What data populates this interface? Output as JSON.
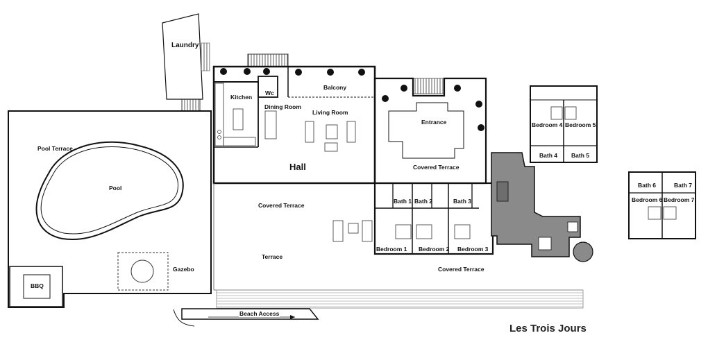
{
  "plan_title": "Les Trois Jours",
  "rooms": {
    "laundry": "Laundry",
    "kitchen": "Kitchen",
    "wc": "Wc",
    "dining_room": "Dining Room",
    "balcony": "Balcony",
    "living_room": "Living Room",
    "hall": "Hall",
    "entrance": "Entrance",
    "pool_terrace": "Pool Terrace",
    "pool": "Pool",
    "covered_terrace_main": "Covered Terrace",
    "covered_terrace_entrance": "Covered Terrace",
    "covered_terrace_bottom": "Covered Terrace",
    "terrace": "Terrace",
    "gazebo": "Gazebo",
    "bbq": "BBQ",
    "beach_access": "Beach Access",
    "bath_1": "Bath 1",
    "bath_2": "Bath 2",
    "bath_3": "Bath 3",
    "bedroom_1": "Bedroom 1",
    "bedroom_2": "Bedroom 2",
    "bedroom_3": "Bedroom 3",
    "bedroom_4": "Bedroom 4",
    "bedroom_5": "Bedroom 5",
    "bath_4": "Bath 4",
    "bath_5": "Bath 5",
    "bath_6": "Bath 6",
    "bath_7": "Bath 7",
    "bedroom_6": "Bedroom 6",
    "bedroom_7": "Bedroom 7"
  },
  "colors": {
    "wall": "#111111",
    "service_wing": "#8a8a8a",
    "background": "#ffffff"
  }
}
